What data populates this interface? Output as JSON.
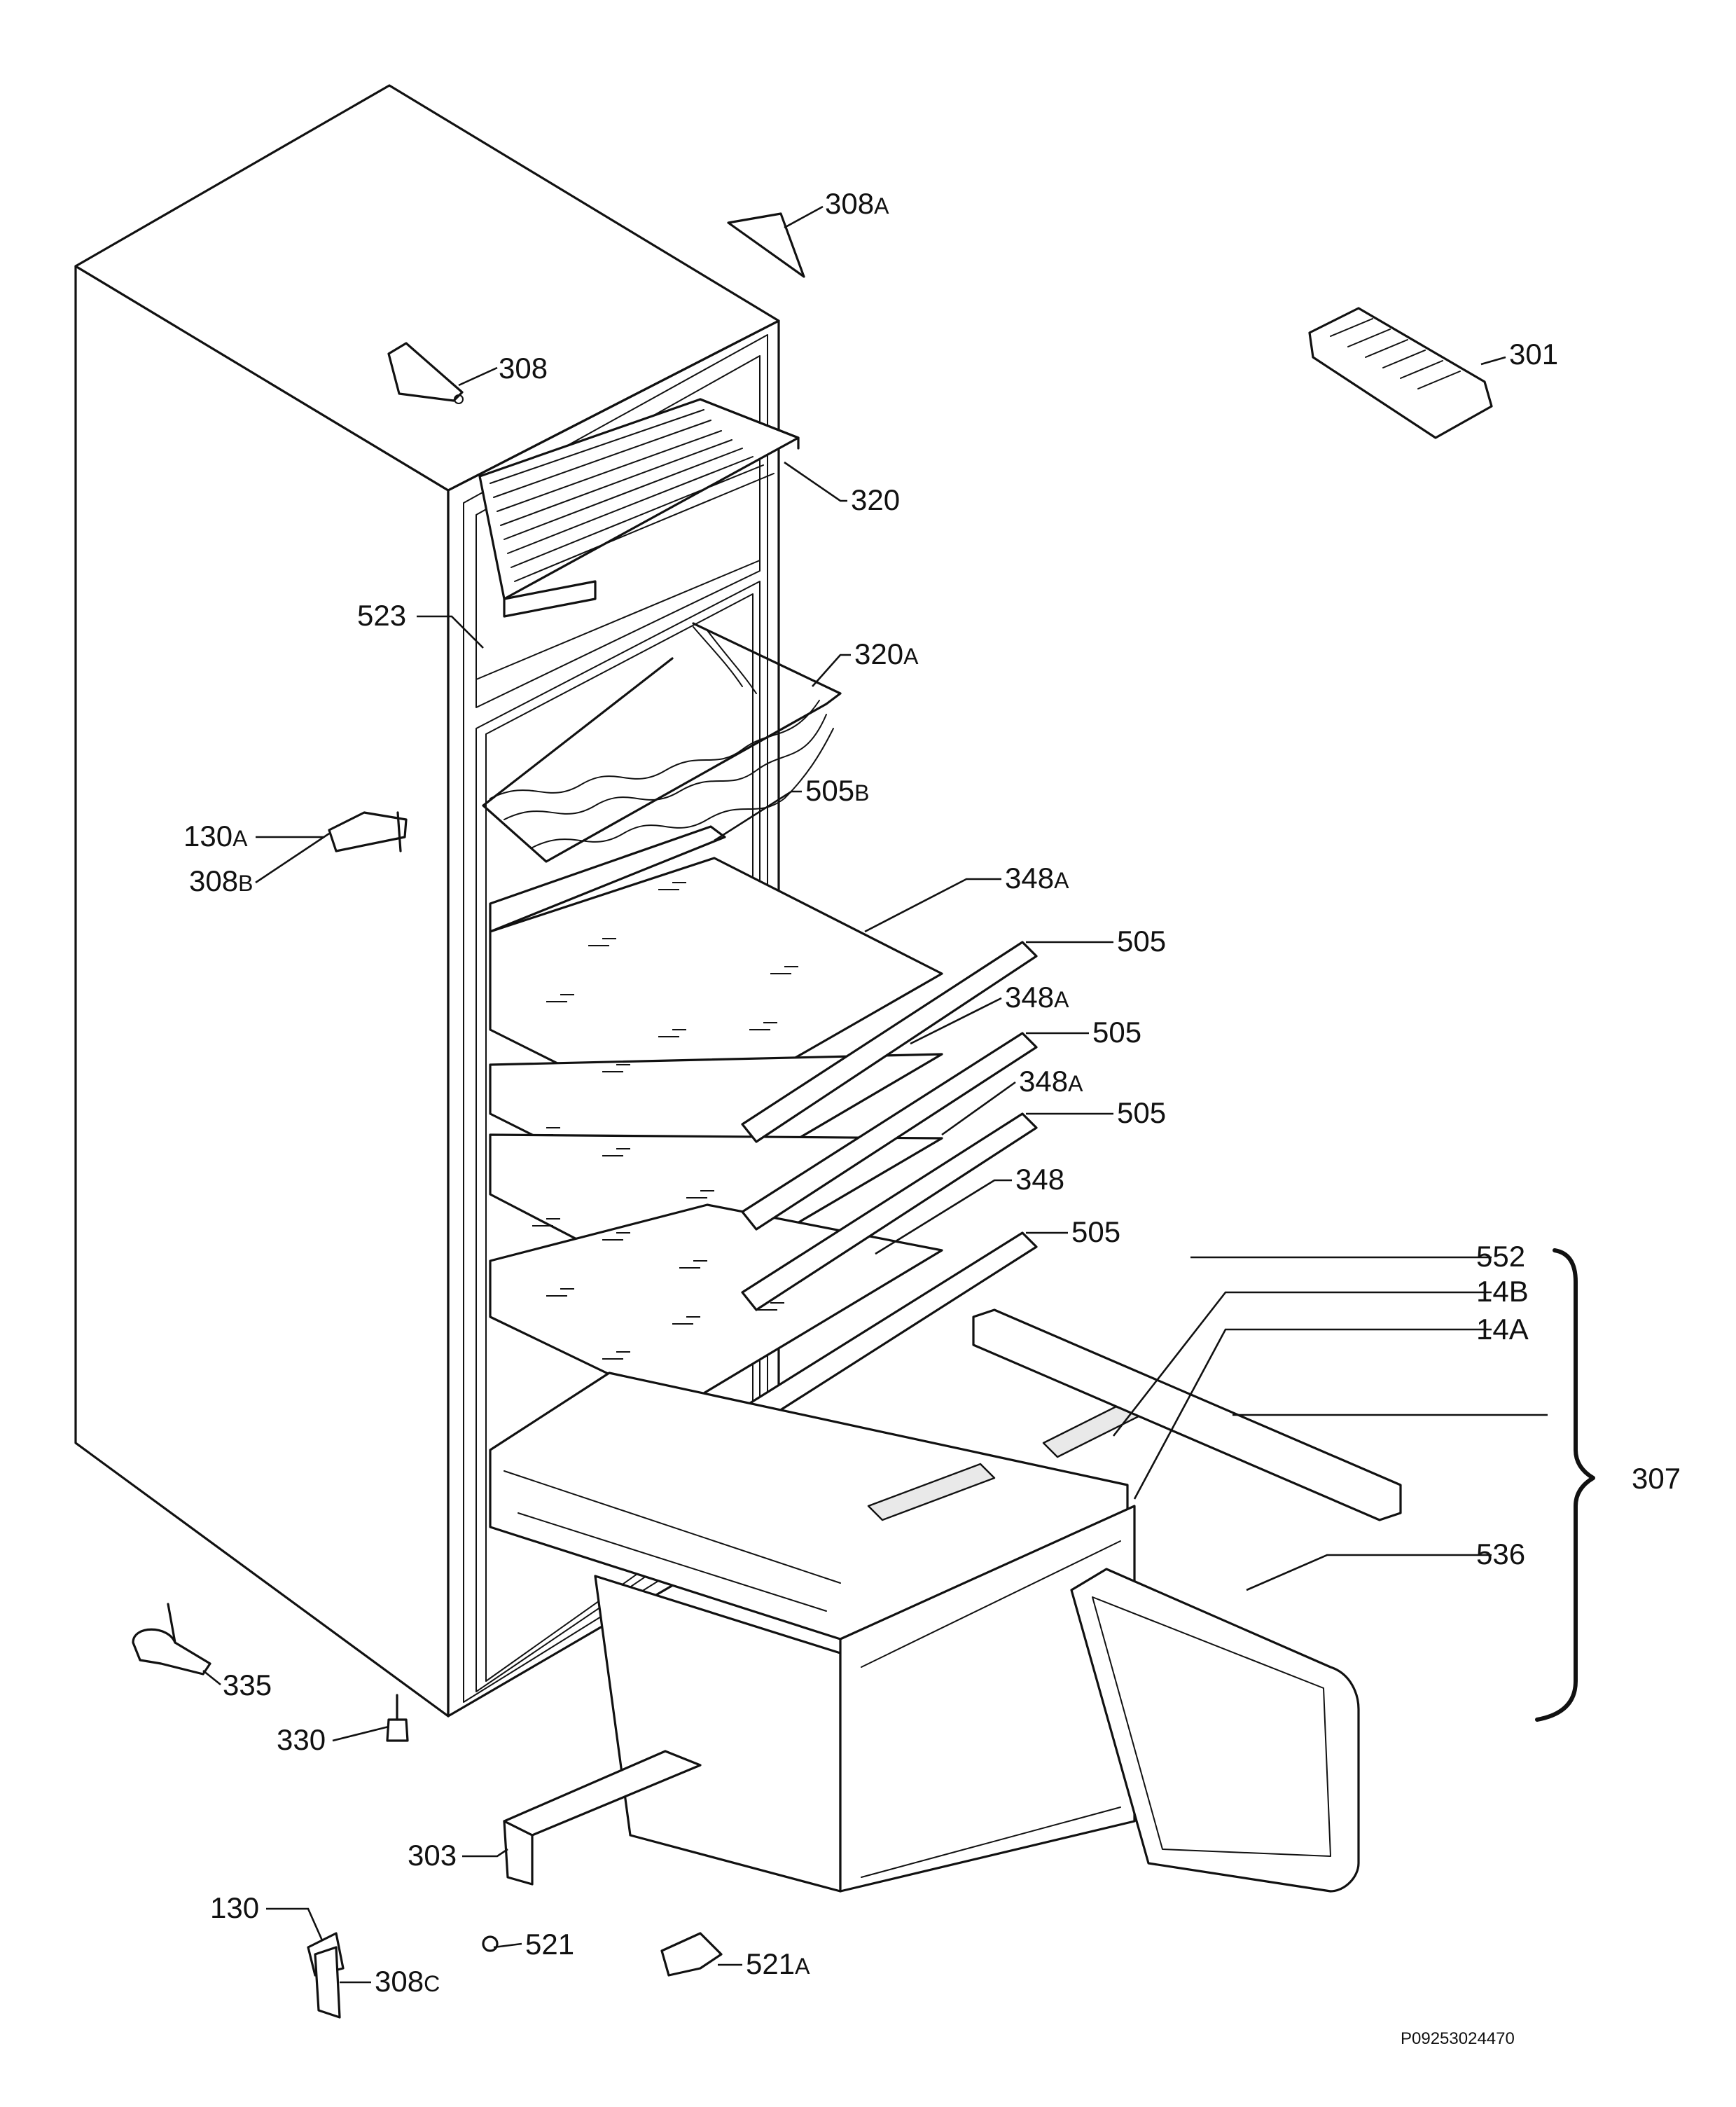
{
  "callouts": [
    {
      "id": "c308a",
      "num": "308",
      "suf": "A"
    },
    {
      "id": "c308",
      "num": "308",
      "suf": ""
    },
    {
      "id": "c301",
      "num": "301",
      "suf": ""
    },
    {
      "id": "c320",
      "num": "320",
      "suf": ""
    },
    {
      "id": "c523",
      "num": "523",
      "suf": ""
    },
    {
      "id": "c320a",
      "num": "320",
      "suf": "A"
    },
    {
      "id": "c505b",
      "num": "505",
      "suf": "B"
    },
    {
      "id": "c130a",
      "num": "130",
      "suf": "A"
    },
    {
      "id": "c308b",
      "num": "308",
      "suf": "B"
    },
    {
      "id": "c348a1",
      "num": "348",
      "suf": "A"
    },
    {
      "id": "c505_1",
      "num": "505",
      "suf": ""
    },
    {
      "id": "c348a2",
      "num": "348",
      "suf": "A"
    },
    {
      "id": "c505_2",
      "num": "505",
      "suf": ""
    },
    {
      "id": "c348a3",
      "num": "348",
      "suf": "A"
    },
    {
      "id": "c505_3",
      "num": "505",
      "suf": ""
    },
    {
      "id": "c348",
      "num": "348",
      "suf": ""
    },
    {
      "id": "c505_4",
      "num": "505",
      "suf": ""
    },
    {
      "id": "c552",
      "num": "552",
      "suf": ""
    },
    {
      "id": "c14b",
      "num": "14B",
      "suf": ""
    },
    {
      "id": "c14a",
      "num": "14A",
      "suf": ""
    },
    {
      "id": "c307",
      "num": "307",
      "suf": ""
    },
    {
      "id": "c536",
      "num": "536",
      "suf": ""
    },
    {
      "id": "c335",
      "num": "335",
      "suf": ""
    },
    {
      "id": "c330",
      "num": "330",
      "suf": ""
    },
    {
      "id": "c303",
      "num": "303",
      "suf": ""
    },
    {
      "id": "c130",
      "num": "130",
      "suf": ""
    },
    {
      "id": "c521",
      "num": "521",
      "suf": ""
    },
    {
      "id": "c521a",
      "num": "521",
      "suf": "A"
    },
    {
      "id": "c308c",
      "num": "308",
      "suf": "C"
    }
  ],
  "reference_code": "P09253024470"
}
